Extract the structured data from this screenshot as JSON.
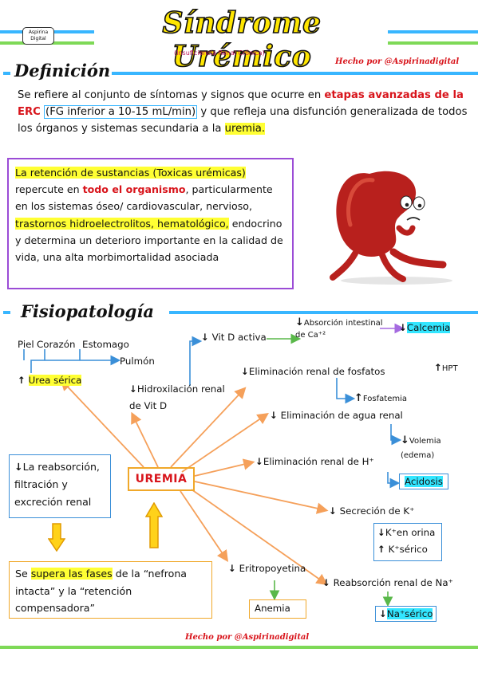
{
  "header": {
    "title": "Síndrome Urémico",
    "subtitle": "(Insuficiencia Renal Crónica)",
    "logo_text": "Aspirina Digital",
    "author": "Hecho por @Aspirinadigital"
  },
  "definicion": {
    "heading": "Definición",
    "p1": "Se refiere al conjunto de síntomas y signos que ocurre en ",
    "p1_red": "etapas avanzadas de la ERC",
    "p1_b": " ",
    "p1_box": "(FG inferior a 10-15 mL/min)",
    "p1_c": " y que refleja una disfunción generalizada de todos los órganos y sistemas secundaria a la ",
    "p1_hl": "uremia.",
    "box_a": "La retención de sustancias (Toxicas urémicas)",
    "box_b": " repercute en ",
    "box_red": "todo el organismo",
    "box_c": ", particularmente en los sistemas óseo/ cardiovascular, nervioso, ",
    "box_hl": "trastornos hidroelectrolitos, hematológico,",
    "box_d": " endocrino y determina un deterioro importante en la calidad de vida, una alta morbimortalidad asociada"
  },
  "fisiopatologia": {
    "heading": "Fisiopatología",
    "center": "UREMIA",
    "piel": "Piel",
    "corazon": "Corazón",
    "estomago": "Estomago",
    "pulmon": "Pulmón",
    "urea": "Urea sérica",
    "hidroxilacion": "Hidroxilación renal de Vit D",
    "vitd": "Vit D activa",
    "absorcion": "Absorción intestinal de Ca⁺²",
    "calcemia": "Calcemia",
    "hpt": "HPT",
    "elim_fosfatos": "Eliminación renal de fosfatos",
    "fosfatemia": "Fosfatemia",
    "elim_agua": "Eliminación de agua renal",
    "volemia": "Volemia (edema)",
    "elim_h": "Eliminación renal de H⁺",
    "acidosis": "Acidosis",
    "secrecion_k": "Secreción de K⁺",
    "k_orina": "K⁺en orina",
    "k_serico": "K⁺sérico",
    "eritro": "Eritropoyetina",
    "anemia": "Anemia",
    "reabs_na": "Reabsorción renal de Na⁺",
    "na_serico": "Na⁺sérico",
    "reabs_box": "La reabsorción, filtración y excreción renal",
    "supera_a": "Se ",
    "supera_hl": "supera las fases",
    "supera_b": " de la “nefrona intacta” y la “retención compensadora”"
  },
  "colors": {
    "accent_green": "#7ed957",
    "accent_blue": "#38b6ff",
    "arrow_orange": "#f5a05a",
    "purple": "#9b4cd6"
  }
}
